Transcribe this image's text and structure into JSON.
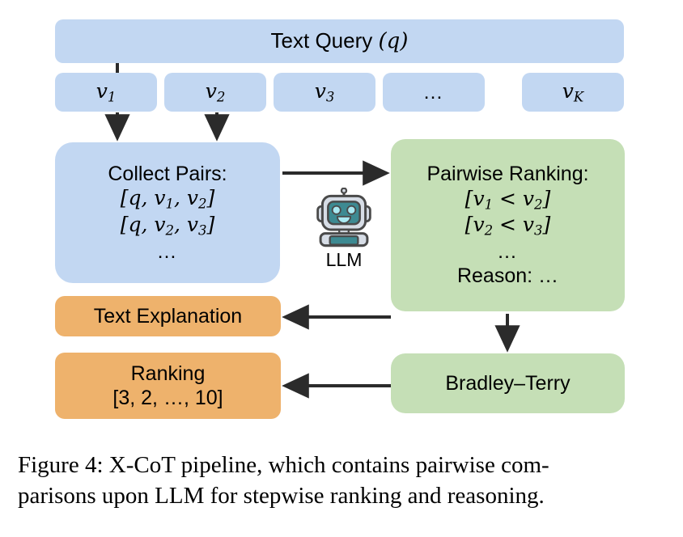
{
  "figure": {
    "query_box": {
      "label": "Text Query (q)",
      "text": "Text Query",
      "var": "q",
      "color": "#c2d7f2"
    },
    "candidates": [
      {
        "name": "v1",
        "base": "v",
        "sub": "1"
      },
      {
        "name": "v2",
        "base": "v",
        "sub": "2"
      },
      {
        "name": "v3",
        "base": "v",
        "sub": "3"
      },
      {
        "name": "vdots",
        "base": "…",
        "sub": ""
      },
      {
        "name": "vK",
        "base": "v",
        "sub": "K"
      }
    ],
    "collect_box": {
      "title": "Collect Pairs:",
      "lines": [
        "[q, v1, v2]",
        "[q, v2, v3]",
        "…"
      ],
      "color": "#c2d7f2"
    },
    "llm": {
      "label": "LLM",
      "icon": "robot-icon"
    },
    "pairwise_box": {
      "title": "Pairwise Ranking:",
      "lines": [
        "[v1 < v2]",
        "[v2 < v3]",
        "…"
      ],
      "reason": "Reason: …",
      "color": "#c5dfb6"
    },
    "bradley_terry_box": {
      "label": "Bradley–Terry",
      "color": "#c5dfb6"
    },
    "text_explanation_box": {
      "label": "Text Explanation",
      "color": "#eeb26c"
    },
    "ranking_box": {
      "title": "Ranking",
      "value": "[3, 2, …, 10]",
      "color": "#eeb26c"
    },
    "arrow_color": "#2b2b2b"
  },
  "caption": {
    "line1": "Figure 4:  X-CoT pipeline, which contains pairwise com-",
    "line2": "parisons upon LLM for stepwise ranking and reasoning."
  }
}
